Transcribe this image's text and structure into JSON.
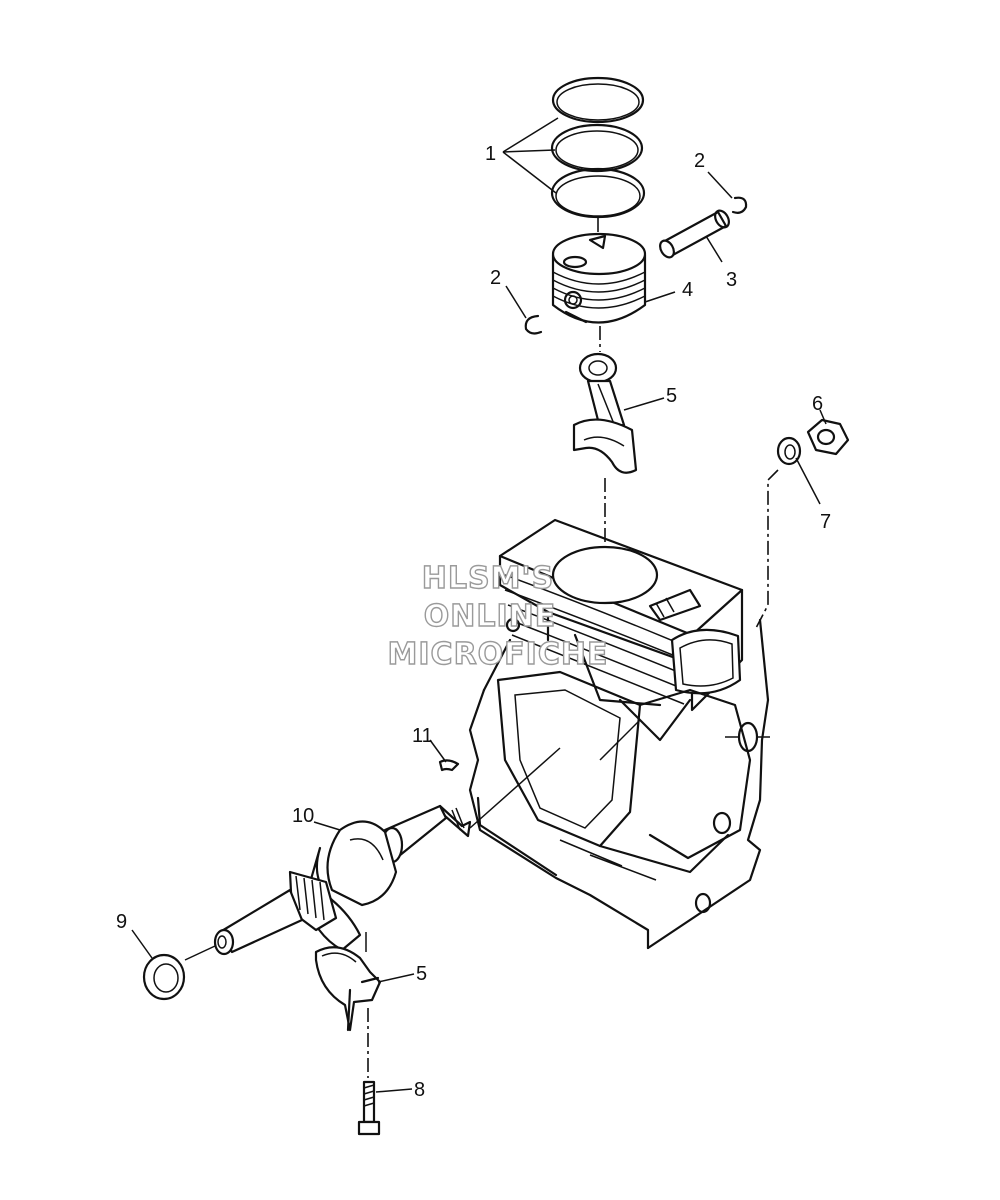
{
  "callouts": {
    "c1": "1",
    "c2a": "2",
    "c2b": "2",
    "c3": "3",
    "c4": "4",
    "c5a": "5",
    "c6": "6",
    "c7": "7",
    "c11": "11",
    "c10": "10",
    "c9": "9",
    "c5b": "5",
    "c8": "8"
  },
  "watermark": {
    "line1": "HLSM'S",
    "line2": "ONLINE",
    "line3": "MICROFICHE"
  }
}
